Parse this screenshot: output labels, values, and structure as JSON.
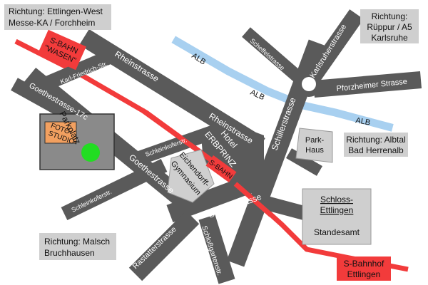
{
  "map": {
    "directions": {
      "ettlingen_west_1": "Richtung: Ettlingen-West",
      "ettlingen_west_2": "Messe-KA / Forchheim",
      "rueppur_1": "Richtung:",
      "rueppur_2": "Rüppur / A5",
      "rueppur_3": "Karlsruhe",
      "albtal_1": "Richtung: Albtal",
      "albtal_2": "Bad Herrenalb",
      "malsch_1": "Richtung: Malsch",
      "malsch_2": "Bruchhausen"
    },
    "places": {
      "sbahn_wasen_1": "S-BAHN",
      "sbahn_wasen_2": "\"WASEN\"",
      "sbahn_mid": "S-BAHN",
      "sbahnhof_1": "S-Bahnhof",
      "sbahnhof_2": "Ettlingen",
      "parkplatz_1": "Parkplatz",
      "parkplatz_2": "Goethestrasse-17c",
      "foto_1": "FOTO-",
      "foto_2": "STUDIO",
      "hotel_1": "Hotel",
      "hotel_2": "ERBPRINZ",
      "gym_1": "Eichendorff-",
      "gym_2": "Gymnasium",
      "parkhaus_1": "Park-",
      "parkhaus_2": "Haus",
      "schloss_1": "Schloss-",
      "schloss_2": "Ettlingen",
      "standesamt": "Standesamt"
    },
    "streets": {
      "rheinstrasse_top": "Rheinstrasse",
      "rheinstrasse_mid": "Rheinstrasse",
      "karl_friedrich": "Karl-Friedrich-Str.",
      "goethestrasse_top": "Goethestrasse-17c",
      "goethestrasse": "Goethestrasse",
      "schleinkofer_top": "Schleinkoferstr.",
      "schleinkofer_left": "Schleinkoferstr.",
      "schillerstrasse_vert": "Schillerstrasse",
      "schillerstrasse": "Schillerstrasse",
      "scheffelstrasse": "Scheffelstrasse",
      "karlsruher": "Karlsruherstrasse",
      "pforzheimer": "Pforzheimer Strasse",
      "rastatter": "Rastatterstrasse",
      "schlossgarten": "Schloßgartenstr."
    },
    "river": {
      "label_1": "ALB",
      "label_2": "ALB",
      "label_3": "ALB"
    },
    "colors": {
      "road": "#5a5a5a",
      "sbahn": "#f23b3b",
      "river": "#a8d0f0",
      "box": "#cfcfcf",
      "foto": "#f2a060",
      "park_dot": "#22dd22"
    },
    "icons": {
      "parking_marker": "green-dot",
      "roundabout": "white-circle"
    }
  }
}
